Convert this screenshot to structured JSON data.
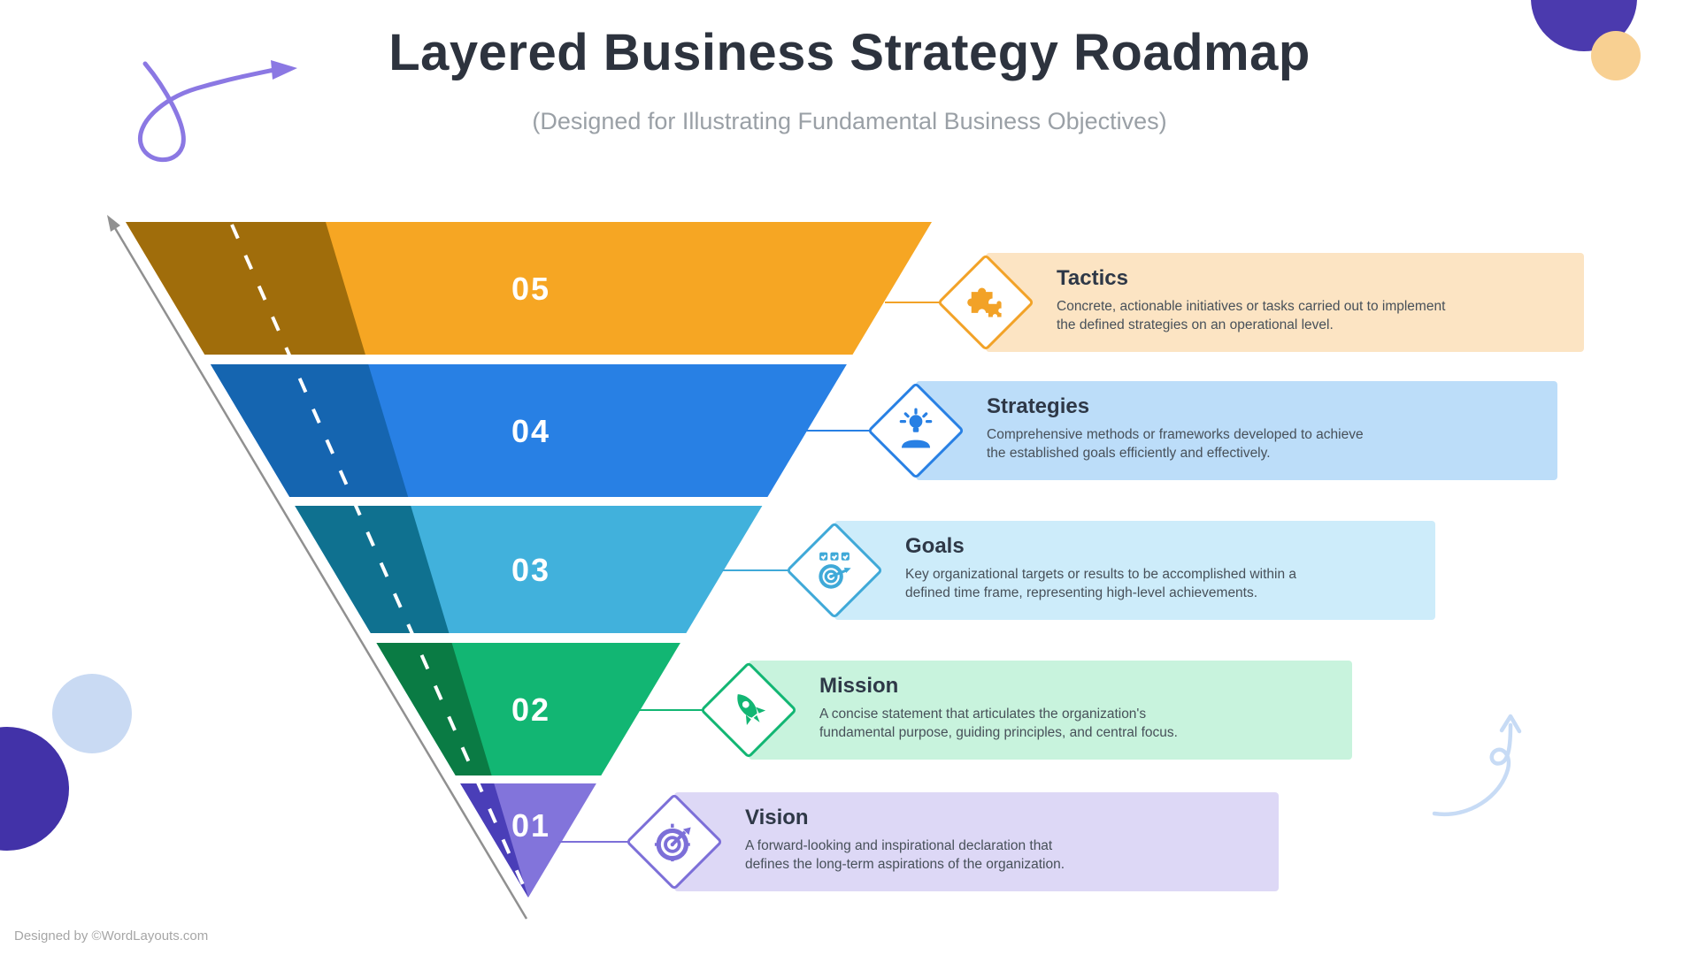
{
  "header": {
    "title": "Layered Business Strategy Roadmap",
    "subtitle": "(Designed for Illustrating Fundamental Business Objectives)"
  },
  "levels": [
    {
      "number": "05",
      "title": "Tactics",
      "description": [
        "Concrete, actionable initiatives or tasks carried out to implement",
        "the defined strategies on an operational level."
      ],
      "icon": "puzzle-icon",
      "colors": {
        "base": "#F6A623",
        "shade": "#A06D0B",
        "card_bg": "#FCE4C3",
        "accent": "#F2A227"
      }
    },
    {
      "number": "04",
      "title": "Strategies",
      "description": [
        "Comprehensive methods or frameworks developed to achieve",
        "the established goals efficiently and effectively."
      ],
      "icon": "bulb-hand-icon",
      "colors": {
        "base": "#2880E4",
        "shade": "#1565B0",
        "card_bg": "#BCDDF9",
        "accent": "#2880E4"
      }
    },
    {
      "number": "03",
      "title": "Goals",
      "description": [
        "Key organizational targets or results to be accomplished within a",
        "defined time frame, representing high-level achievements."
      ],
      "icon": "target-check-icon",
      "colors": {
        "base": "#41B1DC",
        "shade": "#0F7190",
        "card_bg": "#CDECFA",
        "accent": "#3FA9D8"
      }
    },
    {
      "number": "02",
      "title": "Mission",
      "description": [
        "A concise statement that articulates the organization's",
        "fundamental purpose, guiding principles, and central focus."
      ],
      "icon": "rocket-icon",
      "colors": {
        "base": "#12B673",
        "shade": "#0A7B44",
        "card_bg": "#C8F3DD",
        "accent": "#12B673"
      }
    },
    {
      "number": "01",
      "title": "Vision",
      "description": [
        "A forward-looking and inspirational declaration that",
        "defines the long-term aspirations of the organization."
      ],
      "icon": "dartboard-icon",
      "colors": {
        "base": "#8274DB",
        "shade": "#4A3EB8",
        "card_bg": "#DDD8F6",
        "accent": "#7C6FD8"
      }
    }
  ],
  "decorations": {
    "axis_arrow_color": "#909090",
    "dashed_guide_color": "#FFFFFF",
    "top_left_swirl_color": "#8B78E3",
    "bottom_right_swirl_color": "#C7DBF5",
    "top_right_circle_colors": [
      "#4B3AAE",
      "#F8D092"
    ],
    "bottom_left_circle_colors": [
      "#C9DAF3",
      "#4232A8"
    ]
  },
  "footer": {
    "credit": "Designed by ©WordLayouts.com"
  }
}
